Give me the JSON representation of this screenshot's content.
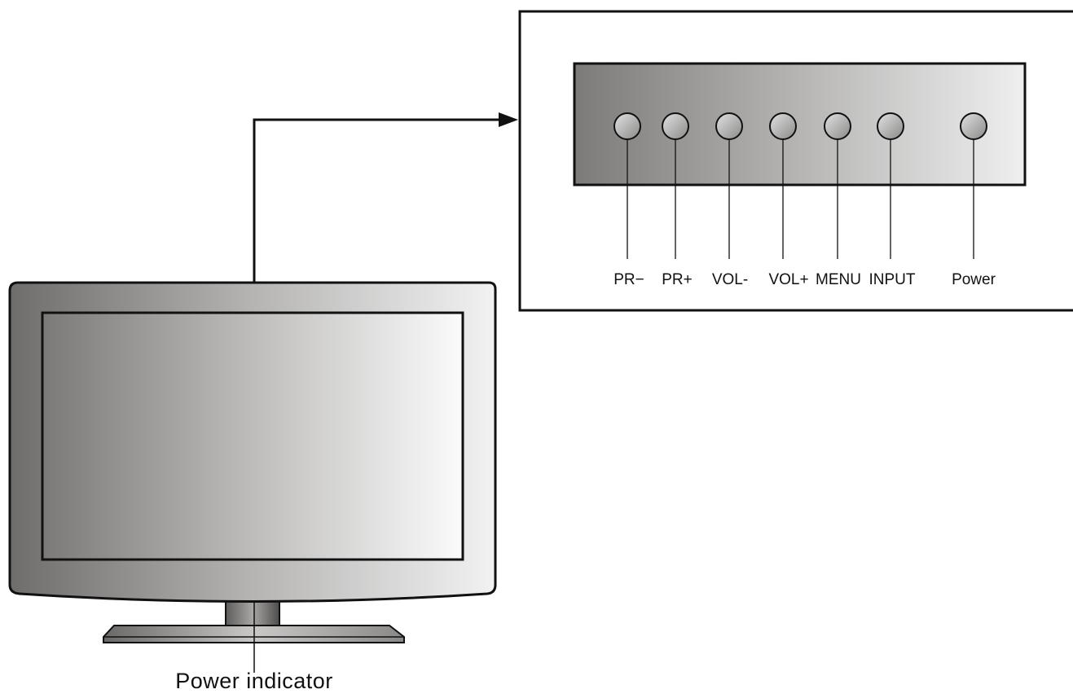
{
  "diagram": {
    "panel_buttons": [
      {
        "key": "pr_minus",
        "label": "PR−"
      },
      {
        "key": "pr_plus",
        "label": "PR+"
      },
      {
        "key": "vol_minus",
        "label": "VOL-"
      },
      {
        "key": "vol_plus",
        "label": "VOL+"
      },
      {
        "key": "menu",
        "label": "MENU"
      },
      {
        "key": "input",
        "label": "INPUT"
      },
      {
        "key": "power",
        "label": "Power"
      }
    ],
    "power_indicator_label": "Power indicator"
  }
}
